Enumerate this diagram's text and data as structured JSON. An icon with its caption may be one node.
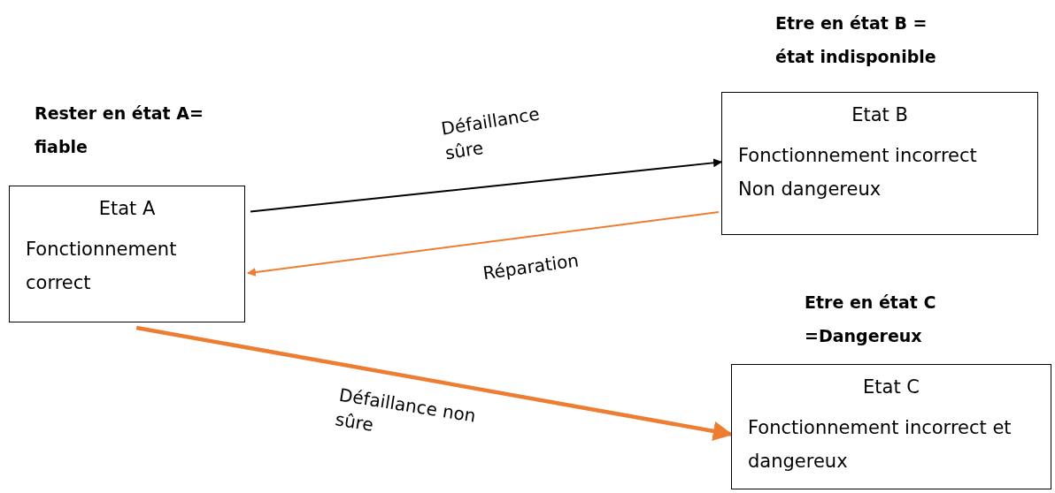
{
  "diagram": {
    "nodes": [
      {
        "text": [
          "Rester en état A= fiable",
          "Etat A",
          "Fonctionnement correct"
        ]
      },
      {
        "text": [
          "Etre en état B = état indisponible",
          "Etat B",
          "Fonctionnement incorrect Non dangereux"
        ]
      },
      {
        "text": [
          "Etre en état C =Dangereux",
          "Etat C",
          "Fonctionnement incorrect et dangereux"
        ]
      }
    ],
    "edges": [
      {
        "from": 0,
        "to": 1,
        "arrow": "to",
        "label": "Défaillance sûre",
        "color": "#000000"
      },
      {
        "from": 1,
        "to": 0,
        "arrow": "to",
        "label": "Réparation"
      },
      {
        "from": 0,
        "to": 2,
        "arrow": "to",
        "label": "Défaillance non sûre",
        "style": "thick"
      }
    ]
  }
}
